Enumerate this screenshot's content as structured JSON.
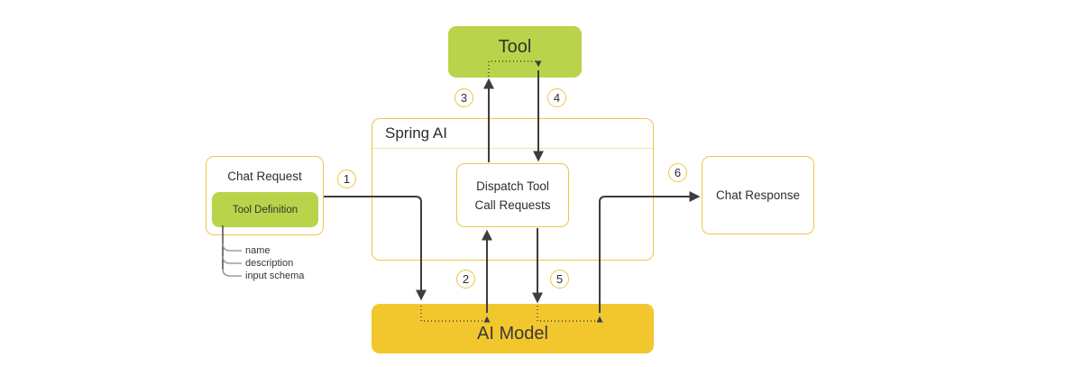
{
  "nodes": {
    "tool": {
      "label": "Tool"
    },
    "spring_ai": {
      "label": "Spring AI"
    },
    "dispatch": {
      "line1": "Dispatch Tool",
      "line2": "Call Requests"
    },
    "chat_request": {
      "label": "Chat Request"
    },
    "tool_definition": {
      "label": "Tool Definition"
    },
    "chat_response": {
      "label": "Chat Response"
    },
    "ai_model": {
      "label": "AI Model"
    }
  },
  "steps": [
    "1",
    "2",
    "3",
    "4",
    "5",
    "6"
  ],
  "tool_definition_fields": [
    "name",
    "description",
    "input schema"
  ],
  "colors": {
    "node_green": "#b9d44a",
    "node_gold": "#f2c72e",
    "border_yellow": "#efc549",
    "arrow_dark": "#3d3d3d",
    "text_dark": "#2d2d2d"
  }
}
